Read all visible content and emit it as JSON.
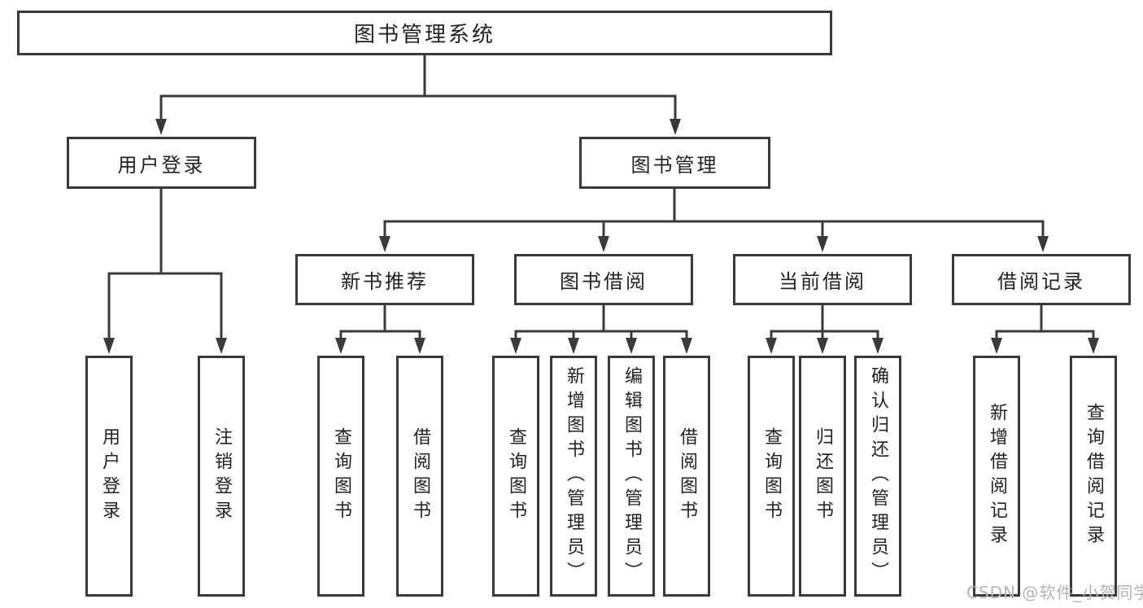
{
  "tree": {
    "root": {
      "label": "图书管理系统",
      "children": [
        {
          "label": "用户登录",
          "children": [
            {
              "label": "用户登录"
            },
            {
              "label": "注销登录"
            }
          ]
        },
        {
          "label": "图书管理",
          "children": [
            {
              "label": "新书推荐",
              "children": [
                {
                  "label": "查询图书"
                },
                {
                  "label": "借阅图书"
                }
              ]
            },
            {
              "label": "图书借阅",
              "children": [
                {
                  "label": "查询图书"
                },
                {
                  "label": "新增图书（管理员）"
                },
                {
                  "label": "编辑图书（管理员）"
                },
                {
                  "label": "借阅图书"
                }
              ]
            },
            {
              "label": "当前借阅",
              "children": [
                {
                  "label": "查询图书"
                },
                {
                  "label": "归还图书"
                },
                {
                  "label": "确认归还（管理员）"
                }
              ]
            },
            {
              "label": "借阅记录",
              "children": [
                {
                  "label": "新增借阅记录"
                },
                {
                  "label": "查询借阅记录"
                }
              ]
            }
          ]
        }
      ]
    }
  },
  "watermark": "CSDN @软件_小贺同学",
  "colors": {
    "line": "#3a3a3a",
    "text": "#222222",
    "background": "#ffffff",
    "watermark": "#b3b3b3"
  }
}
